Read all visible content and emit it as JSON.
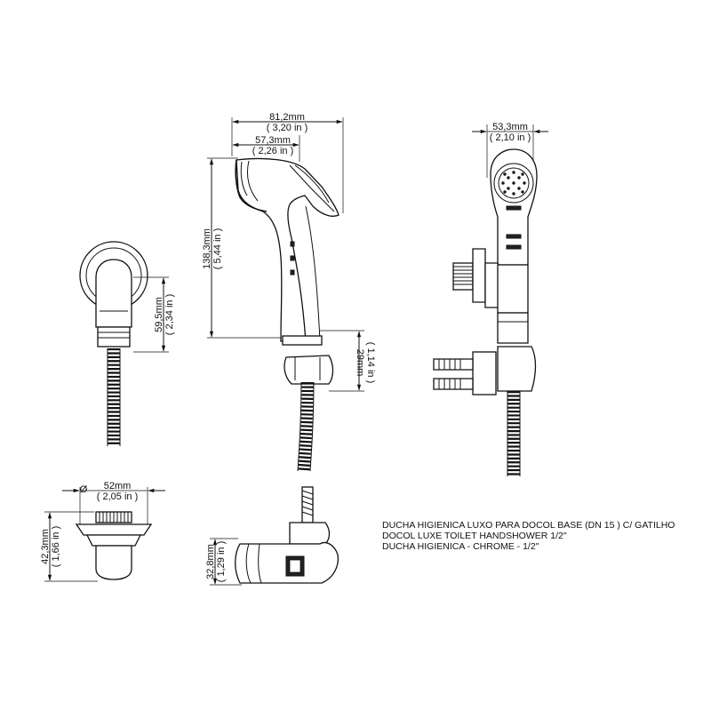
{
  "dimensions": {
    "side_total_mm": "81,2mm",
    "side_total_in": "( 3,20 in )",
    "side_head_mm": "57,3mm",
    "side_head_in": "( 2,26 in )",
    "side_height_mm": "138,3mm",
    "side_height_in": "( 5,44 in )",
    "side_holder_mm": "29mm",
    "side_holder_in": "( 1,14 in )",
    "front_width_mm": "53,3mm",
    "front_width_in": "( 2,10 in )",
    "base_height_mm": "59,5mm",
    "base_height_in": "( 2,34 in )",
    "base_diameter_symbol": "Ø",
    "base_diameter_mm": "52mm",
    "base_diameter_in": "( 2,05 in )",
    "base_side_mm": "42,3mm",
    "base_side_in": "( 1,66 in )",
    "holder_height_mm": "32,8mm",
    "holder_height_in": "( 1,29 in )"
  },
  "product_notes": [
    "DUCHA HIGIENICA LUXO PARA DOCOL BASE (DN 15 ) C/ GATILHO",
    "DOCOL LUXE TOILET HANDSHOWER 1/2\"",
    "DUCHA HIGIENICA - CHROME - 1/2\""
  ]
}
